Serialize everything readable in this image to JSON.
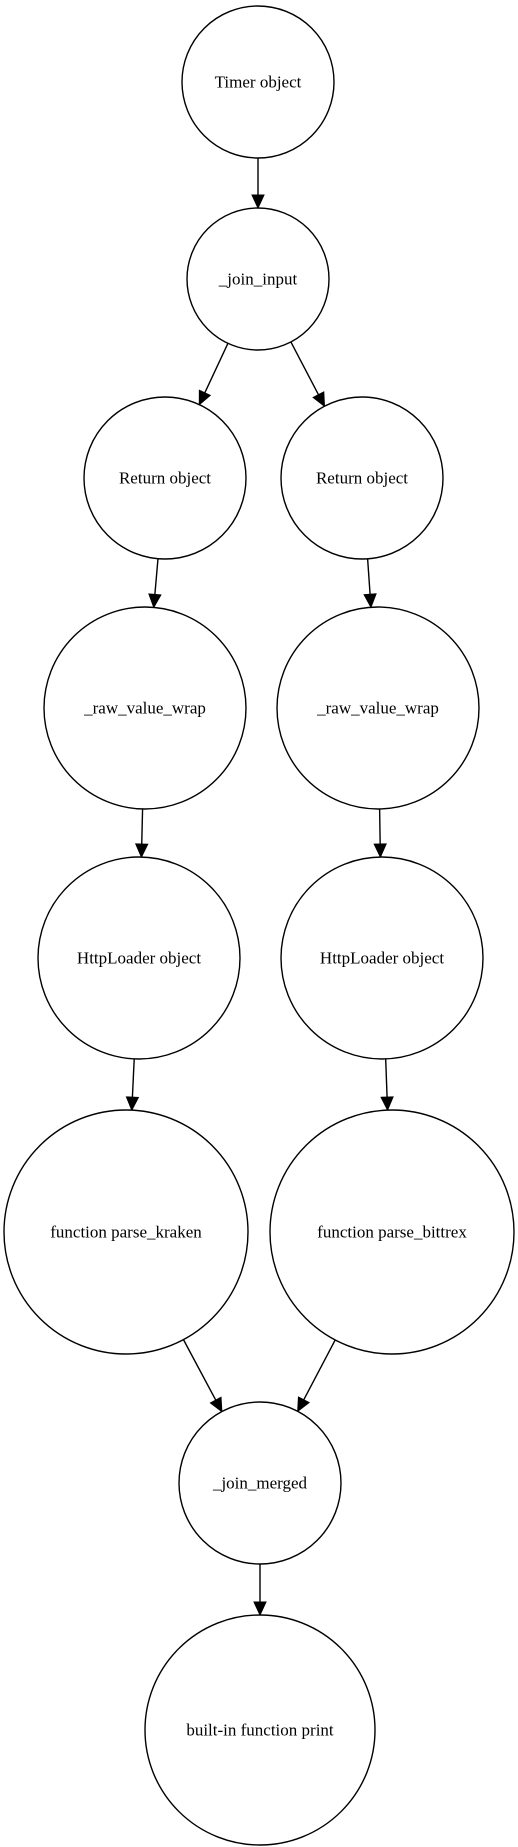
{
  "nodes": [
    {
      "id": "timer",
      "label": "Timer object"
    },
    {
      "id": "join_input",
      "label": "_join_input"
    },
    {
      "id": "return_left",
      "label": "Return object"
    },
    {
      "id": "return_right",
      "label": "Return object"
    },
    {
      "id": "raw_left",
      "label": "_raw_value_wrap"
    },
    {
      "id": "raw_right",
      "label": "_raw_value_wrap"
    },
    {
      "id": "http_left",
      "label": "HttpLoader object"
    },
    {
      "id": "http_right",
      "label": "HttpLoader object"
    },
    {
      "id": "parse_kraken",
      "label": "function parse_kraken"
    },
    {
      "id": "parse_bittrex",
      "label": "function parse_bittrex"
    },
    {
      "id": "join_merged",
      "label": "_join_merged"
    },
    {
      "id": "print",
      "label": "built-in function print"
    }
  ],
  "edges": [
    {
      "from": "timer",
      "to": "join_input"
    },
    {
      "from": "join_input",
      "to": "return_left"
    },
    {
      "from": "join_input",
      "to": "return_right"
    },
    {
      "from": "return_left",
      "to": "raw_left"
    },
    {
      "from": "return_right",
      "to": "raw_right"
    },
    {
      "from": "raw_left",
      "to": "http_left"
    },
    {
      "from": "raw_right",
      "to": "http_right"
    },
    {
      "from": "http_left",
      "to": "parse_kraken"
    },
    {
      "from": "http_right",
      "to": "parse_bittrex"
    },
    {
      "from": "parse_kraken",
      "to": "join_merged"
    },
    {
      "from": "parse_bittrex",
      "to": "join_merged"
    },
    {
      "from": "join_merged",
      "to": "print"
    }
  ]
}
